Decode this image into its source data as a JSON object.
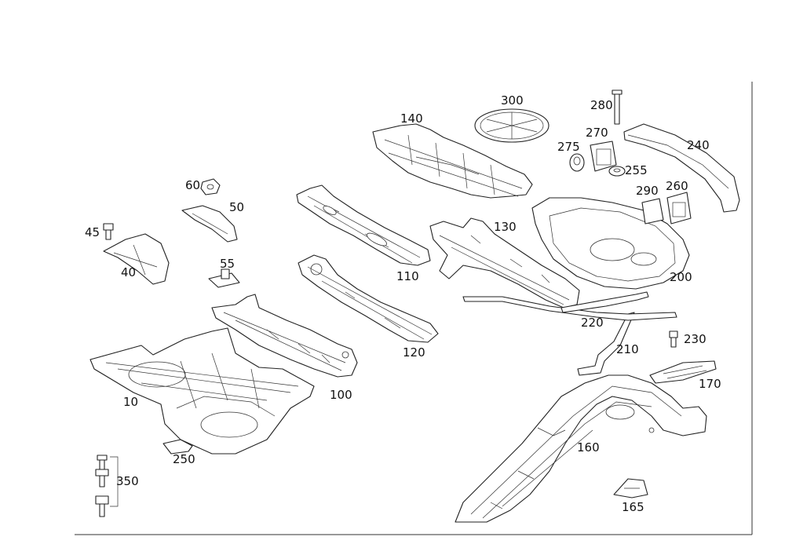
{
  "diagram": {
    "callouts": [
      {
        "id": "p10",
        "label": "10"
      },
      {
        "id": "p40",
        "label": "40"
      },
      {
        "id": "p45",
        "label": "45"
      },
      {
        "id": "p50",
        "label": "50"
      },
      {
        "id": "p55",
        "label": "55"
      },
      {
        "id": "p60",
        "label": "60"
      },
      {
        "id": "p100",
        "label": "100"
      },
      {
        "id": "p110",
        "label": "110"
      },
      {
        "id": "p120",
        "label": "120"
      },
      {
        "id": "p130",
        "label": "130"
      },
      {
        "id": "p140",
        "label": "140"
      },
      {
        "id": "p160",
        "label": "160"
      },
      {
        "id": "p165",
        "label": "165"
      },
      {
        "id": "p170",
        "label": "170"
      },
      {
        "id": "p200",
        "label": "200"
      },
      {
        "id": "p210",
        "label": "210"
      },
      {
        "id": "p220",
        "label": "220"
      },
      {
        "id": "p230",
        "label": "230"
      },
      {
        "id": "p240",
        "label": "240"
      },
      {
        "id": "p250",
        "label": "250"
      },
      {
        "id": "p255",
        "label": "255"
      },
      {
        "id": "p260",
        "label": "260"
      },
      {
        "id": "p270",
        "label": "270"
      },
      {
        "id": "p275",
        "label": "275"
      },
      {
        "id": "p280",
        "label": "280"
      },
      {
        "id": "p290",
        "label": "290"
      },
      {
        "id": "p300",
        "label": "300"
      },
      {
        "id": "p350",
        "label": "350"
      }
    ]
  }
}
